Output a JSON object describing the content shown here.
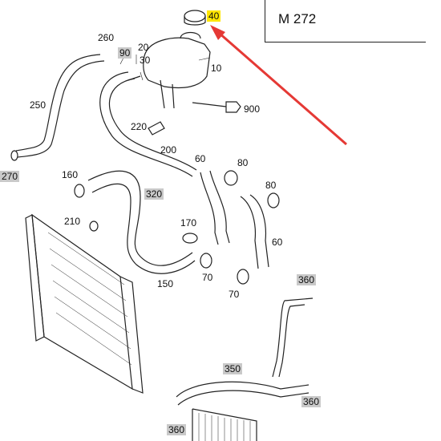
{
  "model": "M 272",
  "labels": {
    "l40": "40",
    "l260": "260",
    "l90": "90",
    "l20": "20",
    "l30": "30",
    "l10": "10",
    "l250": "250",
    "l900": "900",
    "l220": "220",
    "l200": "200",
    "l270": "270",
    "l60a": "60",
    "l80a": "80",
    "l160": "160",
    "l320": "320",
    "l80b": "80",
    "l210": "210",
    "l170": "170",
    "l60b": "60",
    "l150": "150",
    "l70a": "70",
    "l70b": "70",
    "l360a": "360",
    "l350": "350",
    "l360b": "360",
    "l360c": "360"
  },
  "colors": {
    "highlight": "#ffe600",
    "label_bg": "#c9c9c9",
    "arrow": "#e53935",
    "line": "#222222"
  }
}
